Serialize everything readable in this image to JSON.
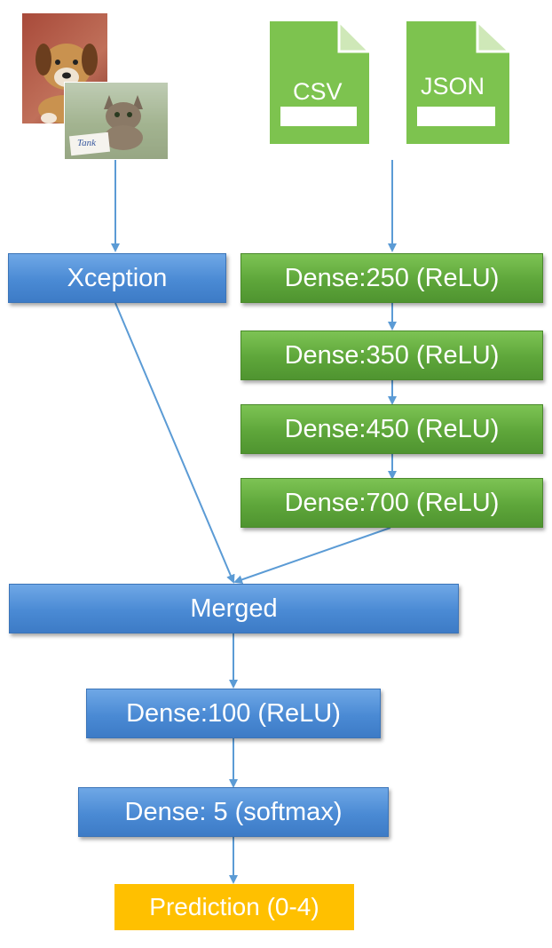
{
  "inputs": {
    "images_icon": "dog-and-cat-photos",
    "cat_caption": "Tank",
    "files": [
      {
        "icon": "file-icon",
        "label": "CSV"
      },
      {
        "icon": "file-icon",
        "label": "JSON"
      }
    ],
    "file_color": "#7dc34f"
  },
  "nodes": {
    "xception": "Xception",
    "dense250": "Dense:250 (ReLU)",
    "dense350": "Dense:350 (ReLU)",
    "dense450": "Dense:450 (ReLU)",
    "dense700": "Dense:700 (ReLU)",
    "merged": "Merged",
    "dense100": "Dense:100 (ReLU)",
    "dense5": "Dense: 5 (softmax)",
    "prediction": "Prediction (0-4)"
  },
  "colors": {
    "blue": "#4a8ad4",
    "green": "#5ea63a",
    "yellow": "#ffc000",
    "arrow": "#5b9bd5"
  }
}
